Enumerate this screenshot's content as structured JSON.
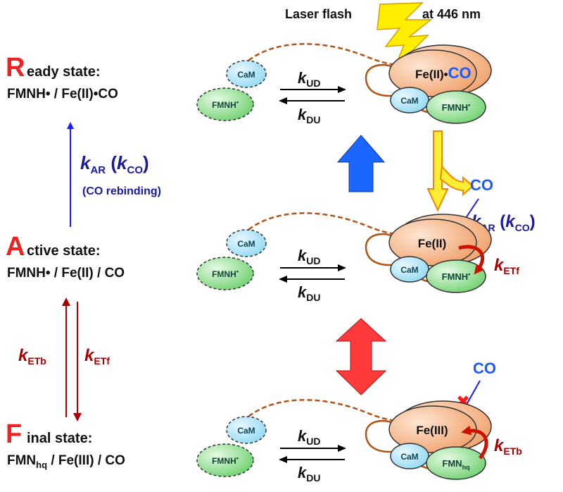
{
  "laser": {
    "label": "Laser flash",
    "wavelength": "at 446 nm"
  },
  "states": {
    "ready": {
      "initial": "R",
      "rest": "eady state:",
      "species": "FMNH• / Fe(II)•CO"
    },
    "active": {
      "initial": "A",
      "rest": "ctive state:",
      "species": "FMNH• / Fe(II) / CO"
    },
    "final": {
      "initial": "F",
      "rest": "inal state:",
      "species_pre": "FMN",
      "species_sub": "hq",
      "species_post": " / Fe(III) / CO"
    }
  },
  "rates": {
    "k": "k",
    "ud_sub": "UD",
    "du_sub": "DU",
    "ar_sub": "AR",
    "co_sub": "CO",
    "etf_sub": "ETf",
    "etb_sub": "ETb",
    "open_paren": " (",
    "close_paren": ")",
    "co_rebinding": "(CO rebinding)"
  },
  "domains": {
    "cam": "CaM",
    "fmnh": "FMNH",
    "radical": "•",
    "fmn_pre": "FMN",
    "fmn_sub": "hq",
    "fe_ii_co_pre": "Fe(II)•",
    "fe_ii_co_post": "CO",
    "fe_ii": "Fe(II)",
    "fe_iii": "Fe(III)",
    "co_ligand": "CO",
    "blocked_mark": "✖"
  },
  "colors": {
    "state_initial": "#ee2222",
    "rate_blue": "#1a1aa0",
    "rate_red": "#a80000",
    "co_blue": "#1a5cff",
    "arrow_blue": "#1a66ff",
    "arrow_red": "#ff3a3a",
    "heme_fill": "#f5b88a",
    "cam_fill": "#a8e2f5",
    "fmn_fill": "#7bd87b",
    "linker": "#b0541a"
  }
}
